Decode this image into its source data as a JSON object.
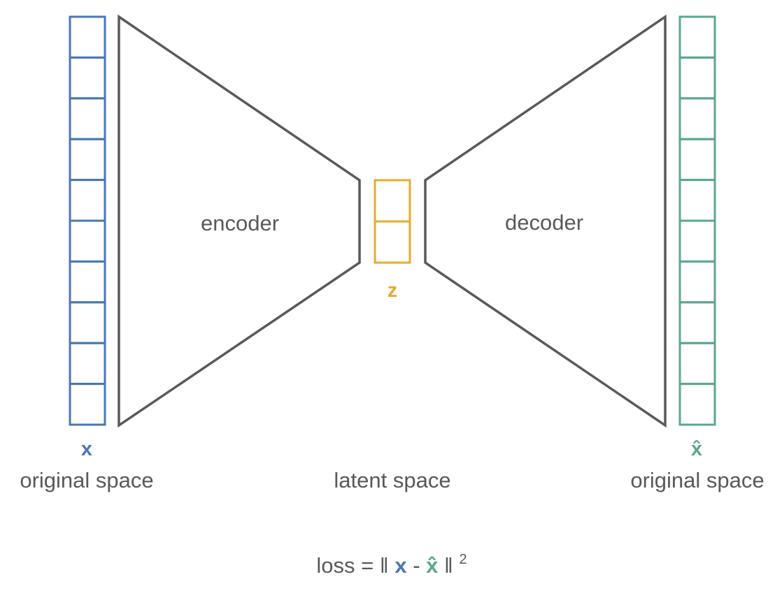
{
  "colors": {
    "input": "#4a77b4",
    "latent": "#e8ab2c",
    "output": "#5aa889",
    "network": "#595959",
    "text": "#595959"
  },
  "input_vector": {
    "symbol": "x",
    "caption": "original space",
    "cells": 10
  },
  "encoder": {
    "label": "encoder"
  },
  "latent_vector": {
    "symbol": "z",
    "caption": "latent space",
    "cells": 2
  },
  "decoder": {
    "label": "decoder"
  },
  "output_vector": {
    "symbol": "x̂",
    "caption": "original space",
    "cells": 10
  },
  "loss": {
    "prefix": "loss = ‖",
    "x": "x",
    "minus": "-",
    "xhat": "x̂",
    "suffix": "‖",
    "exponent": "2"
  }
}
